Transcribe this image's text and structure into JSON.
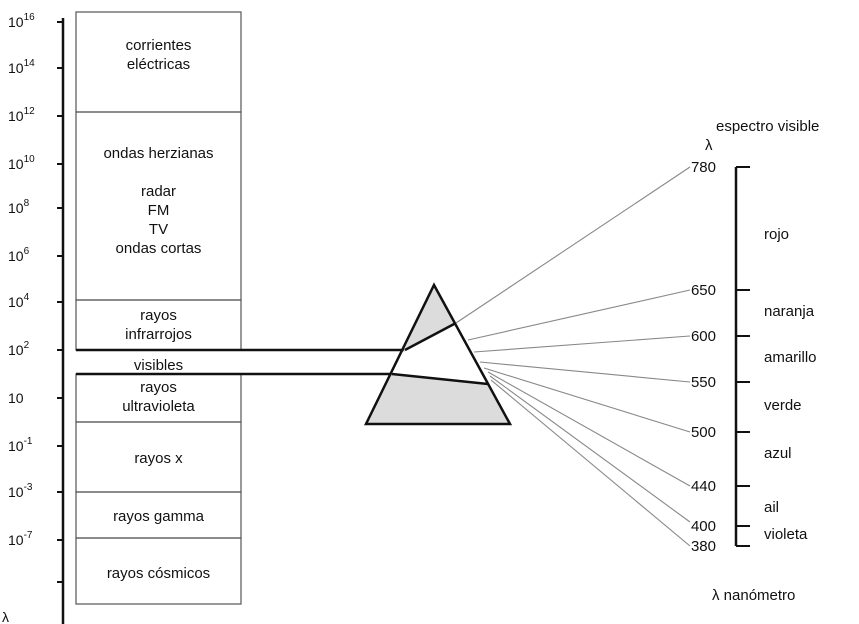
{
  "log_axis": {
    "ticks": [
      {
        "base": "10",
        "exp": "16"
      },
      {
        "base": "10",
        "exp": "14"
      },
      {
        "base": "10",
        "exp": "12"
      },
      {
        "base": "10",
        "exp": "10"
      },
      {
        "base": "10",
        "exp": "8"
      },
      {
        "base": "10",
        "exp": "6"
      },
      {
        "base": "10",
        "exp": "4"
      },
      {
        "base": "10",
        "exp": "2"
      },
      {
        "base": "10",
        "exp": ""
      },
      {
        "base": "10",
        "exp": "-1"
      },
      {
        "base": "10",
        "exp": "-3"
      },
      {
        "base": "10",
        "exp": "-7"
      }
    ],
    "axis_symbol": "λ"
  },
  "bands": [
    {
      "lines": [
        "corrientes",
        "eléctricas"
      ]
    },
    {
      "lines": [
        "ondas herzianas",
        "",
        "radar",
        "FM",
        "TV",
        "ondas cortas"
      ]
    },
    {
      "lines": [
        "rayos",
        "infrarrojos"
      ]
    },
    {
      "lines": [
        "visibles"
      ]
    },
    {
      "lines": [
        "rayos",
        "ultravioleta"
      ]
    },
    {
      "lines": [
        "rayos x"
      ]
    },
    {
      "lines": [
        "rayos gamma"
      ]
    },
    {
      "lines": [
        "rayos cósmicos"
      ]
    }
  ],
  "visible_spectrum": {
    "title": "espectro visible",
    "lambda_symbol": "λ",
    "unit_label": "λ nanómetro",
    "ticks": [
      "780",
      "650",
      "600",
      "550",
      "500",
      "440",
      "400",
      "380"
    ],
    "colors": [
      "rojo",
      "naranja",
      "amarillo",
      "verde",
      "azul",
      "ail",
      "violeta"
    ]
  },
  "colors": {
    "line": "#111111",
    "prism_fill": "#dcdcdc",
    "box_border": "#555555",
    "ray": "#888888"
  }
}
